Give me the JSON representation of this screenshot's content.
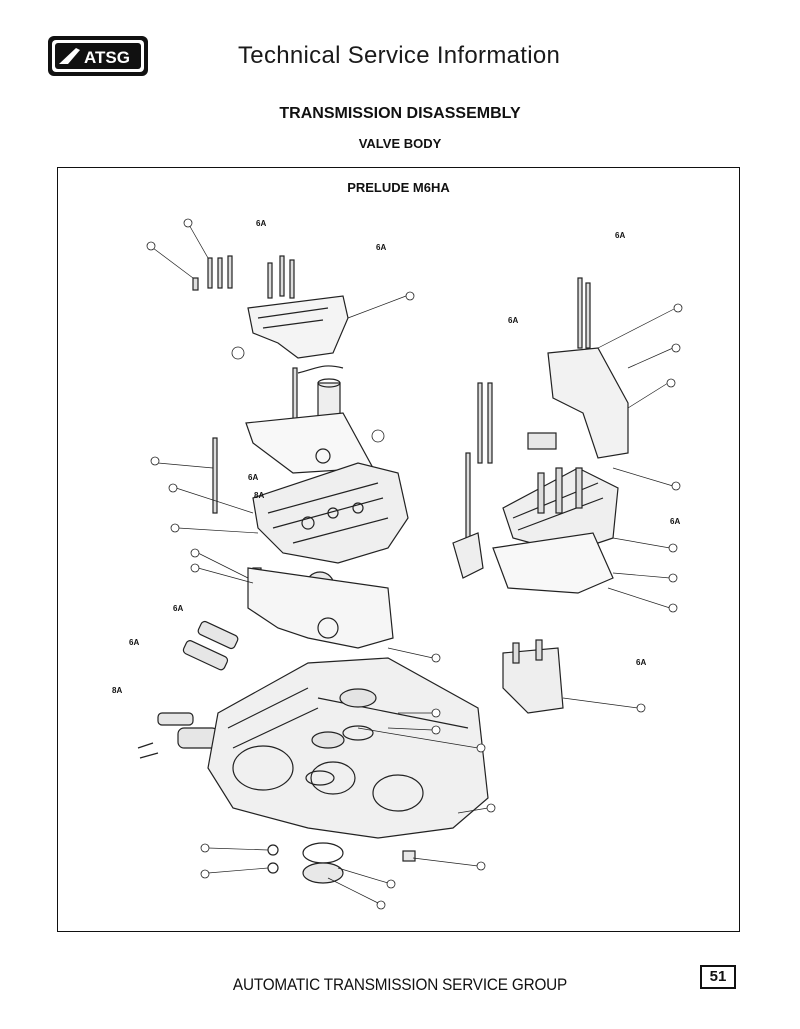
{
  "header": {
    "logo_text": "ATSG",
    "title": "Technical Service Information"
  },
  "section": {
    "title": "TRANSMISSION DISASSEMBLY",
    "subtitle": "VALVE BODY"
  },
  "diagram": {
    "model": "PRELUDE M6HA",
    "labels": [
      "6A",
      "8A"
    ]
  },
  "footer": {
    "text": "AUTOMATIC TRANSMISSION SERVICE GROUP",
    "page_number": "51"
  }
}
